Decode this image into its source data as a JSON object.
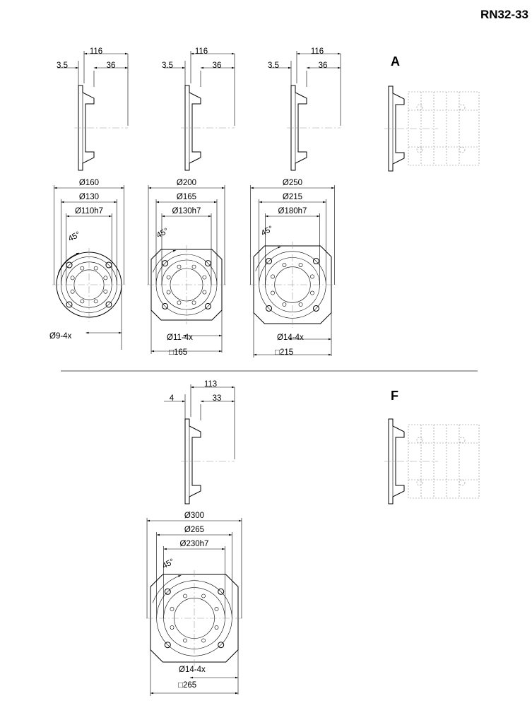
{
  "sheet": {
    "code": "RN32-33"
  },
  "variants": {
    "a": "A",
    "f": "F"
  },
  "flanges": [
    {
      "id": "f160",
      "offset": "3.5",
      "thickness": "36",
      "length": "116",
      "outer": "Ø160",
      "bolt_circle": "Ø130",
      "spigot": "Ø110h7",
      "angle": "45°",
      "holes": "Ø9-4x",
      "square": ""
    },
    {
      "id": "f200",
      "offset": "3.5",
      "thickness": "36",
      "length": "116",
      "outer": "Ø200",
      "bolt_circle": "Ø165",
      "spigot": "Ø130h7",
      "angle": "45°",
      "holes": "Ø11-4x",
      "square": "□165"
    },
    {
      "id": "f250",
      "offset": "3.5",
      "thickness": "36",
      "length": "116",
      "outer": "Ø250",
      "bolt_circle": "Ø215",
      "spigot": "Ø180h7",
      "angle": "45°",
      "holes": "Ø14-4x",
      "square": "□215"
    },
    {
      "id": "f300",
      "offset": "4",
      "thickness": "33",
      "length": "113",
      "outer": "Ø300",
      "bolt_circle": "Ø265",
      "spigot": "Ø230h7",
      "angle": "45°",
      "holes": "Ø14-4x",
      "square": "□265"
    }
  ]
}
